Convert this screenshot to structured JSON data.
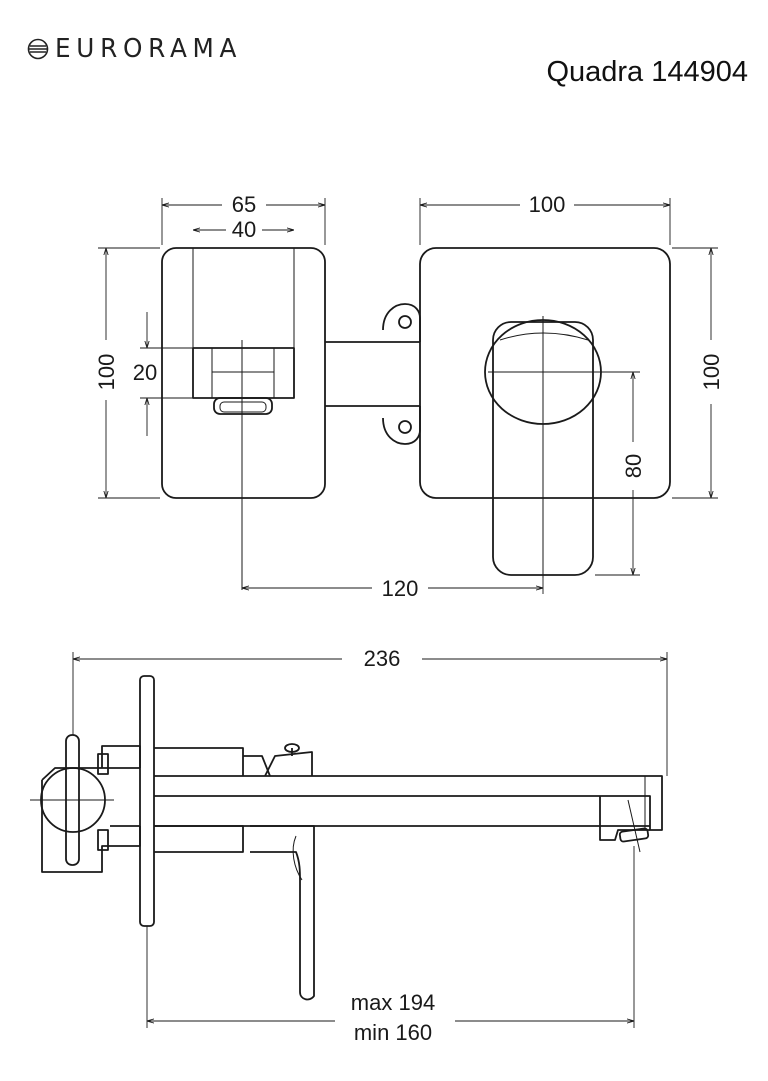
{
  "header": {
    "brand": "EURORAMA",
    "model": "Quadra 144904"
  },
  "dimensions": {
    "front_plate_width": "65",
    "front_outlet_width": "40",
    "front_plate_height": "100",
    "front_outlet_height": "20",
    "rear_plate_width": "100",
    "rear_plate_height": "100",
    "handle_length": "80",
    "axis_distance": "120",
    "overall_length": "236",
    "spout_max": "max 194",
    "spout_min": "min 160"
  },
  "colors": {
    "line": "#1a1a1a",
    "background": "#ffffff"
  }
}
